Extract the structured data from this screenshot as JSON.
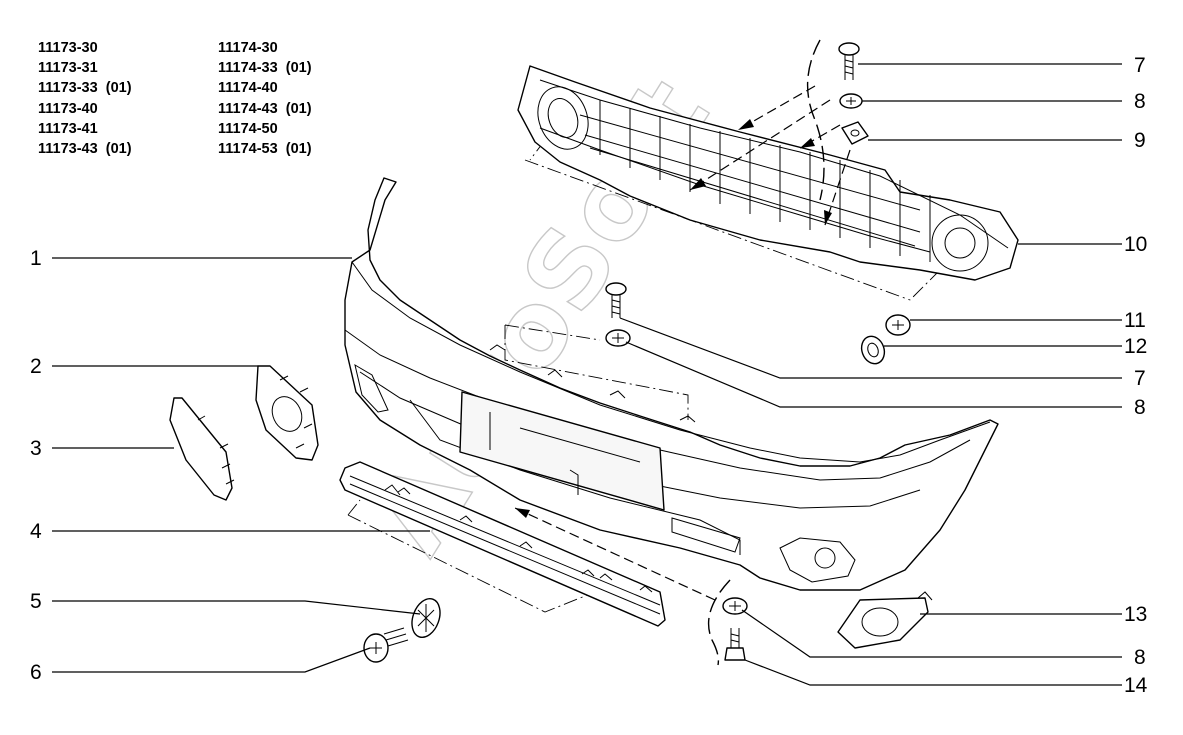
{
  "models": {
    "left": [
      "11173-30",
      "11173-31",
      "11173-33  (01)",
      "11173-40",
      "11173-41",
      "11173-43  (01)"
    ],
    "right": [
      "11174-30",
      "11174-33  (01)",
      "11174-40",
      "11174-43  (01)",
      "11174-50",
      "11174-53  (01)"
    ]
  },
  "callouts": {
    "c1": "1",
    "c2": "2",
    "c3": "3",
    "c4": "4",
    "c5": "5",
    "c6": "6",
    "c7a": "7",
    "c8a": "8",
    "c9": "9",
    "c10": "10",
    "c11": "11",
    "c12": "12",
    "c7b": "7",
    "c8b": "8",
    "c13": "13",
    "c8c": "8",
    "c14": "14"
  },
  "watermark": "AutoSoft"
}
